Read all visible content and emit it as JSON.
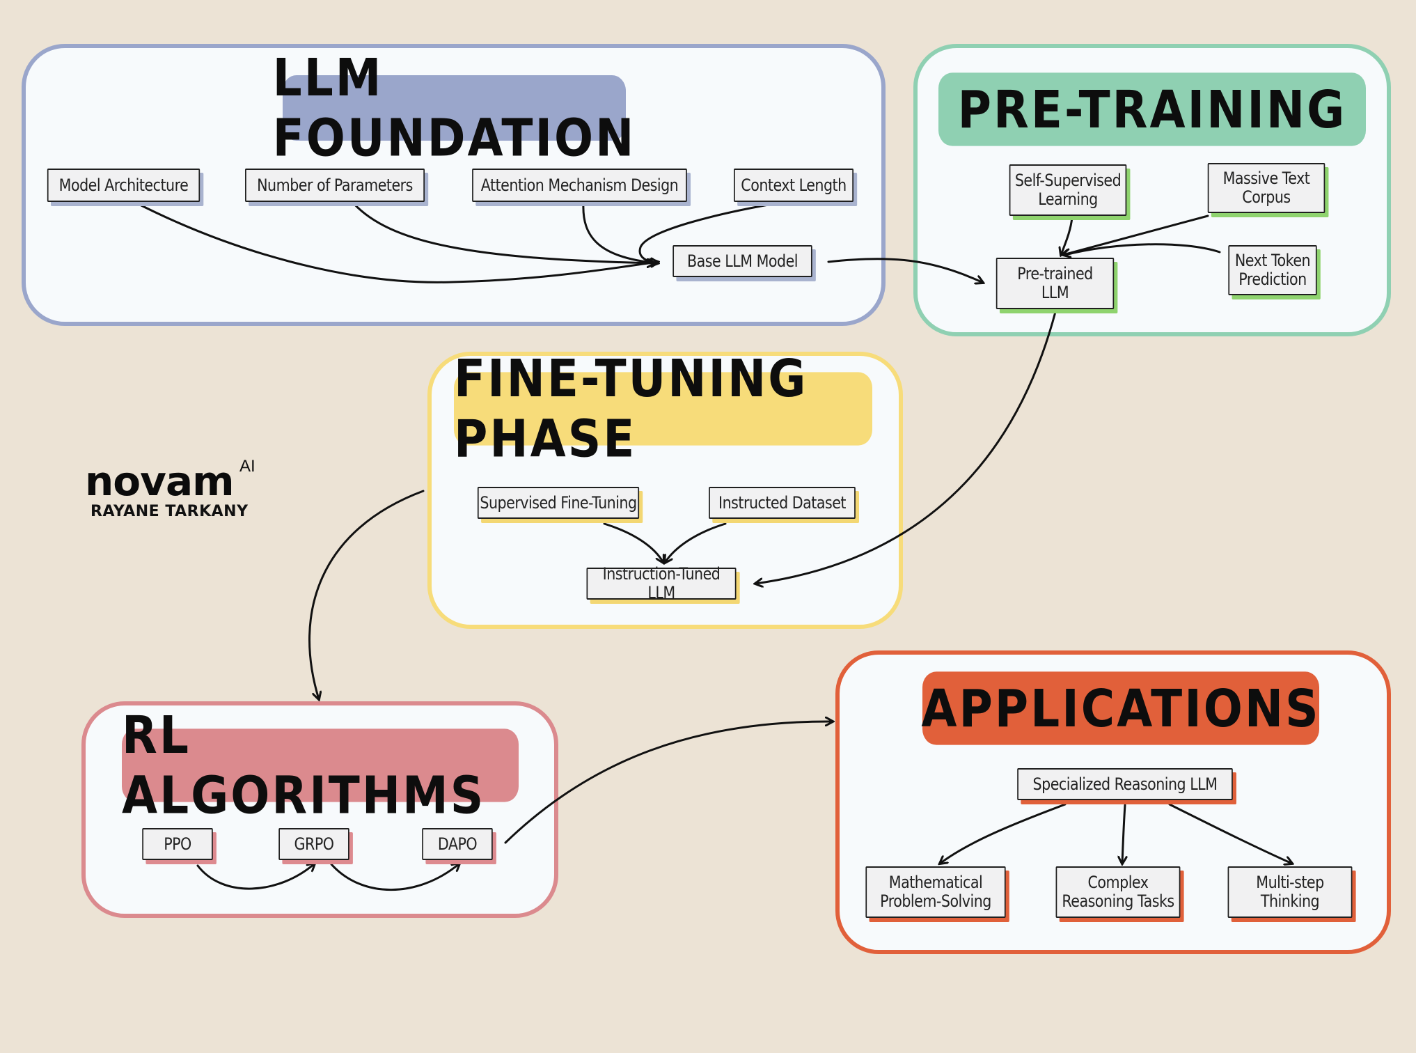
{
  "colors": {
    "background": "#ece3d5",
    "foundation": "#9aa6cb",
    "pretraining": "#8fd0b2",
    "finetuning": "#f7dc7a",
    "rl": "#db8a8e",
    "applications": "#e1603a"
  },
  "panels": {
    "foundation": {
      "title": "LLM Foundation",
      "nodes": {
        "model_architecture": "Model Architecture",
        "number_of_parameters": "Number of Parameters",
        "attention_mechanism": "Attention Mechanism Design",
        "context_length": "Context Length",
        "base_llm": "Base LLM Model"
      }
    },
    "pretraining": {
      "title": "Pre-Training",
      "nodes": {
        "self_supervised": "Self-Supervised\nLearning",
        "massive_text": "Massive Text\nCorpus",
        "next_token": "Next Token\nPrediction",
        "pretrained_llm": "Pre-trained\nLLM"
      }
    },
    "finetuning": {
      "title": "Fine-Tuning Phase",
      "nodes": {
        "sft": "Supervised Fine-Tuning",
        "instructed_dataset": "Instructed  Dataset",
        "instruction_tuned": "Instruction-Tuned LLM"
      }
    },
    "rl": {
      "title": "RL Algorithms",
      "nodes": {
        "ppo": "PPO",
        "grpo": "GRPO",
        "dapo": "DAPO"
      }
    },
    "applications": {
      "title": "Applications",
      "nodes": {
        "specialized": "Specialized  Reasoning  LLM",
        "math": "Mathematical\nProblem-Solving",
        "complex": "Complex\nReasoning Tasks",
        "multistep": "Multi-step\nThinking"
      }
    }
  },
  "edges": [
    {
      "from": "Model Architecture",
      "to": "Base LLM Model"
    },
    {
      "from": "Number of Parameters",
      "to": "Base LLM Model"
    },
    {
      "from": "Attention Mechanism Design",
      "to": "Base LLM Model"
    },
    {
      "from": "Context Length",
      "to": "Base LLM Model"
    },
    {
      "from": "Base LLM Model",
      "to": "Pre-trained LLM"
    },
    {
      "from": "Self-Supervised Learning",
      "to": "Pre-trained LLM"
    },
    {
      "from": "Massive Text Corpus",
      "to": "Pre-trained LLM"
    },
    {
      "from": "Next Token Prediction",
      "to": "Pre-trained LLM"
    },
    {
      "from": "Pre-trained LLM",
      "to": "Instruction-Tuned LLM"
    },
    {
      "from": "Supervised Fine-Tuning",
      "to": "Instruction-Tuned LLM"
    },
    {
      "from": "Instructed Dataset",
      "to": "Instruction-Tuned LLM"
    },
    {
      "from": "Fine-Tuning Phase",
      "to": "RL Algorithms"
    },
    {
      "from": "PPO",
      "to": "GRPO"
    },
    {
      "from": "GRPO",
      "to": "DAPO"
    },
    {
      "from": "DAPO",
      "to": "Applications"
    },
    {
      "from": "Specialized Reasoning LLM",
      "to": "Mathematical Problem-Solving"
    },
    {
      "from": "Specialized Reasoning LLM",
      "to": "Complex Reasoning Tasks"
    },
    {
      "from": "Specialized Reasoning LLM",
      "to": "Multi-step Thinking"
    }
  ],
  "logo": {
    "brand": "novam",
    "superscript": "AI",
    "author": "RAYANE TARKANY"
  }
}
